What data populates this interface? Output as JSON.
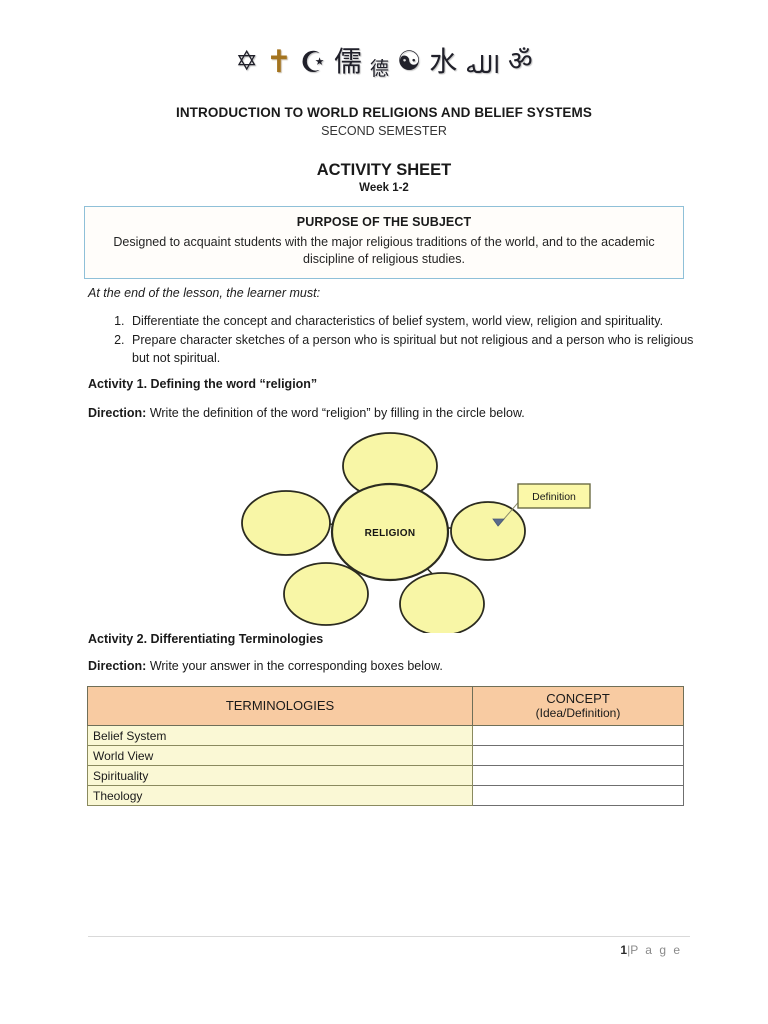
{
  "header": {
    "symbols": [
      {
        "name": "star-of-david-icon",
        "glyph": "✡"
      },
      {
        "name": "latin-cross-icon",
        "glyph": "✝"
      },
      {
        "name": "star-and-crescent-icon",
        "glyph": "☪"
      },
      {
        "name": "confucianism-ru-icon",
        "glyph": "儒"
      },
      {
        "name": "taoism-de-icon",
        "glyph": "德"
      },
      {
        "name": "yin-yang-icon",
        "glyph": "☯"
      },
      {
        "name": "shinto-water-icon",
        "glyph": "水"
      },
      {
        "name": "allah-calligraphy-icon",
        "glyph": "الله"
      },
      {
        "name": "om-icon",
        "glyph": "ॐ"
      }
    ],
    "course_title": "INTRODUCTION TO WORLD RELIGIONS AND BELIEF SYSTEMS",
    "semester": "SECOND SEMESTER",
    "sheet_title": "ACTIVITY SHEET",
    "week": "Week 1-2"
  },
  "purpose": {
    "title": "PURPOSE OF THE SUBJECT",
    "text": "Designed to acquaint students with the major religious traditions of the world, and to the academic discipline of religious studies.",
    "border_color": "#8fc0d8"
  },
  "objectives": {
    "lead": "At the end of the lesson, the learner must:",
    "items": [
      "Differentiate the concept and characteristics of belief system, world view, religion and spirituality.",
      "Prepare character sketches of a person who is spiritual but not religious and a person who is religious but not spiritual."
    ]
  },
  "activity1": {
    "title": "Activity 1. Defining the word “religion”",
    "direction_label": "Direction:",
    "direction_text": " Write the definition of the word “religion” by filling in the circle below.",
    "diagram": {
      "center_label": "RELIGION",
      "callout_label": "Definition",
      "node_count": 5,
      "node_fill": "#f8f6a6",
      "node_stroke": "#2b2b20",
      "callout_fill": "#fbf8a8",
      "arrow_color": "#4a5a7a"
    }
  },
  "activity2": {
    "title": "Activity 2. Differentiating Terminologies",
    "direction_label": "Direction:",
    "direction_text": " Write your answer in the corresponding boxes below.",
    "table": {
      "headers": {
        "terminologies": "TERMINOLOGIES",
        "concept_main": "CONCEPT",
        "concept_sub": "(Idea/Definition)"
      },
      "header_bg": "#f8cba2",
      "row_bg": "#faf8d5",
      "rows": [
        {
          "term": "Belief System",
          "concept": ""
        },
        {
          "term": "World View",
          "concept": ""
        },
        {
          "term": "Spirituality",
          "concept": ""
        },
        {
          "term": "Theology",
          "concept": ""
        }
      ]
    }
  },
  "footer": {
    "page_number": "1",
    "separator": "|",
    "page_word": "P a g e"
  }
}
